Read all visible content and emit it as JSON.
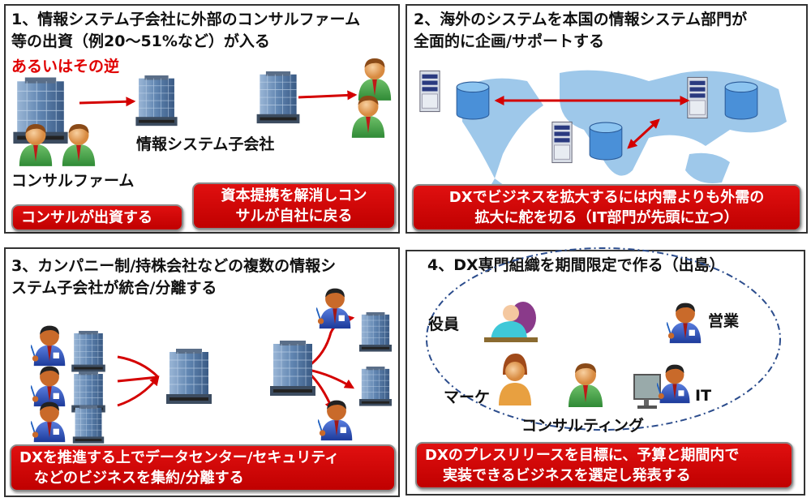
{
  "panel1": {
    "title_line1": "1、情報システム子会社に外部のコンサルファーム",
    "title_line2": "等の出資（例20～51%など）が入る",
    "reverse_note": "あるいはその逆",
    "subsidiary_label": "情報システム子会社",
    "consul_label": "コンサルファーム",
    "box_left": "コンサルが出資する",
    "box_right_line1": "資本提携を解消しコン",
    "box_right_line2": "サルが自社に戻る"
  },
  "panel2": {
    "title_line1": "2、海外のシステムを本国の情報システム部門が",
    "title_line2": "全面的に企画/サポートする",
    "box_line1": "DXでビジネスを拡大するには内需よりも外需の",
    "box_line2": "拡大に舵を切る（IT部門が先頭に立つ）"
  },
  "panel3": {
    "title_line1": "3、カンパニー制/持株会社などの複数の情報シ",
    "title_line2": "ステム子会社が統合/分離する",
    "box_line1": "DXを推進する上でデータセンター/セキュリティ",
    "box_line2": "などのビジネスを集約/分離する"
  },
  "panel4": {
    "title": "4、DX専門組織を期間限定で作る（出島）",
    "labels": {
      "executive": "役員",
      "sales": "営業",
      "marketing": "マーケ",
      "it": "IT",
      "consulting": "コンサルティング"
    },
    "box_line1": "DXのプレスリリースを目標に、予算と期間内で",
    "box_line2": "実装できるビジネスを選定し発表する"
  },
  "colors": {
    "accent_red": "#d40000",
    "border": "#333333",
    "ellipse": "#2b4c8c"
  }
}
